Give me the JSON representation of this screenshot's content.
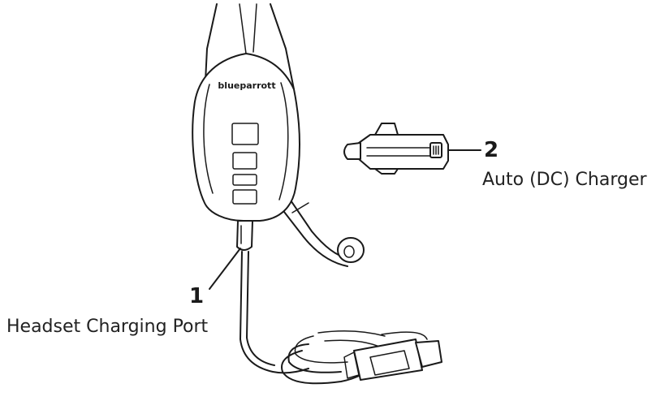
{
  "callouts": [
    {
      "number": "1",
      "text": "Headset Charging Port"
    },
    {
      "number": "2",
      "text": "Auto (DC) Charger"
    }
  ],
  "brand_logo": "blueparrott"
}
